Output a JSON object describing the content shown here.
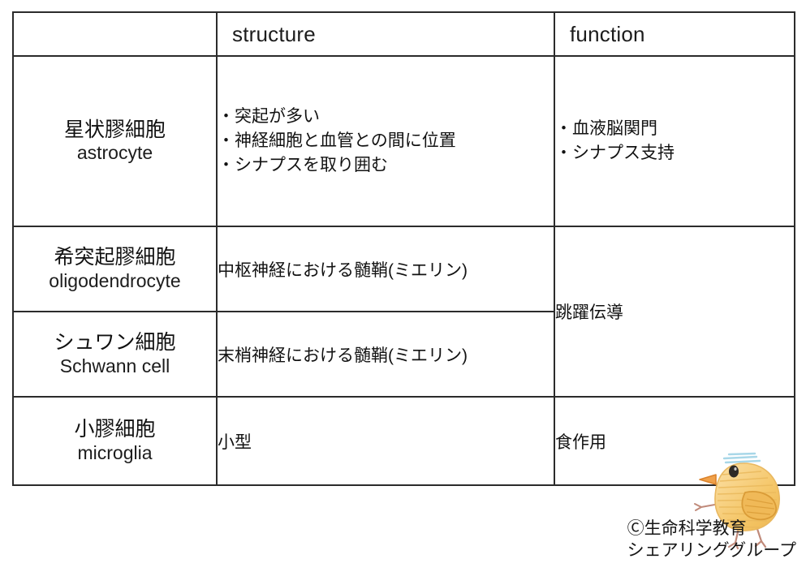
{
  "table": {
    "columns": [
      {
        "key": "name",
        "label": ""
      },
      {
        "key": "structure",
        "label": "structure"
      },
      {
        "key": "function",
        "label": "function"
      }
    ],
    "rows": [
      {
        "name_ja": "星状膠細胞",
        "name_en": "astrocyte",
        "structure_lines": [
          "・突起が多い",
          "・神経細胞と血管との間に位置",
          "・シナプスを取り囲む"
        ],
        "function_lines": [
          "・血液脳関門",
          "・シナプス支持"
        ]
      },
      {
        "name_ja": "希突起膠細胞",
        "name_en": "oligodendrocyte",
        "structure_lines": [
          "中枢神経における髄鞘(ミエリン)"
        ],
        "function_lines": [
          "跳躍伝導"
        ],
        "function_rowspan": 2
      },
      {
        "name_ja": "シュワン細胞",
        "name_en": "Schwann cell",
        "structure_lines": [
          "末梢神経における髄鞘(ミエリン)"
        ],
        "function_lines": []
      },
      {
        "name_ja": "小膠細胞",
        "name_en": "microglia",
        "structure_lines": [
          "小型"
        ],
        "function_lines": [
          "食作用"
        ]
      }
    ]
  },
  "credit": {
    "line1": "Ⓒ生命科学教育",
    "line2": "シェアリンググループ"
  },
  "illustration": {
    "name": "chick-illustration",
    "body_color": "#f5c86a",
    "beak_color": "#e9852f",
    "eye_color": "#2e2a26",
    "head_scribble_color": "#9fd3e6",
    "leg_color": "#c08a7a"
  },
  "colors": {
    "name_cell_background": "#d8eaf1",
    "border": "#2b2b2b",
    "text": "#121212",
    "page_background": "#ffffff"
  }
}
